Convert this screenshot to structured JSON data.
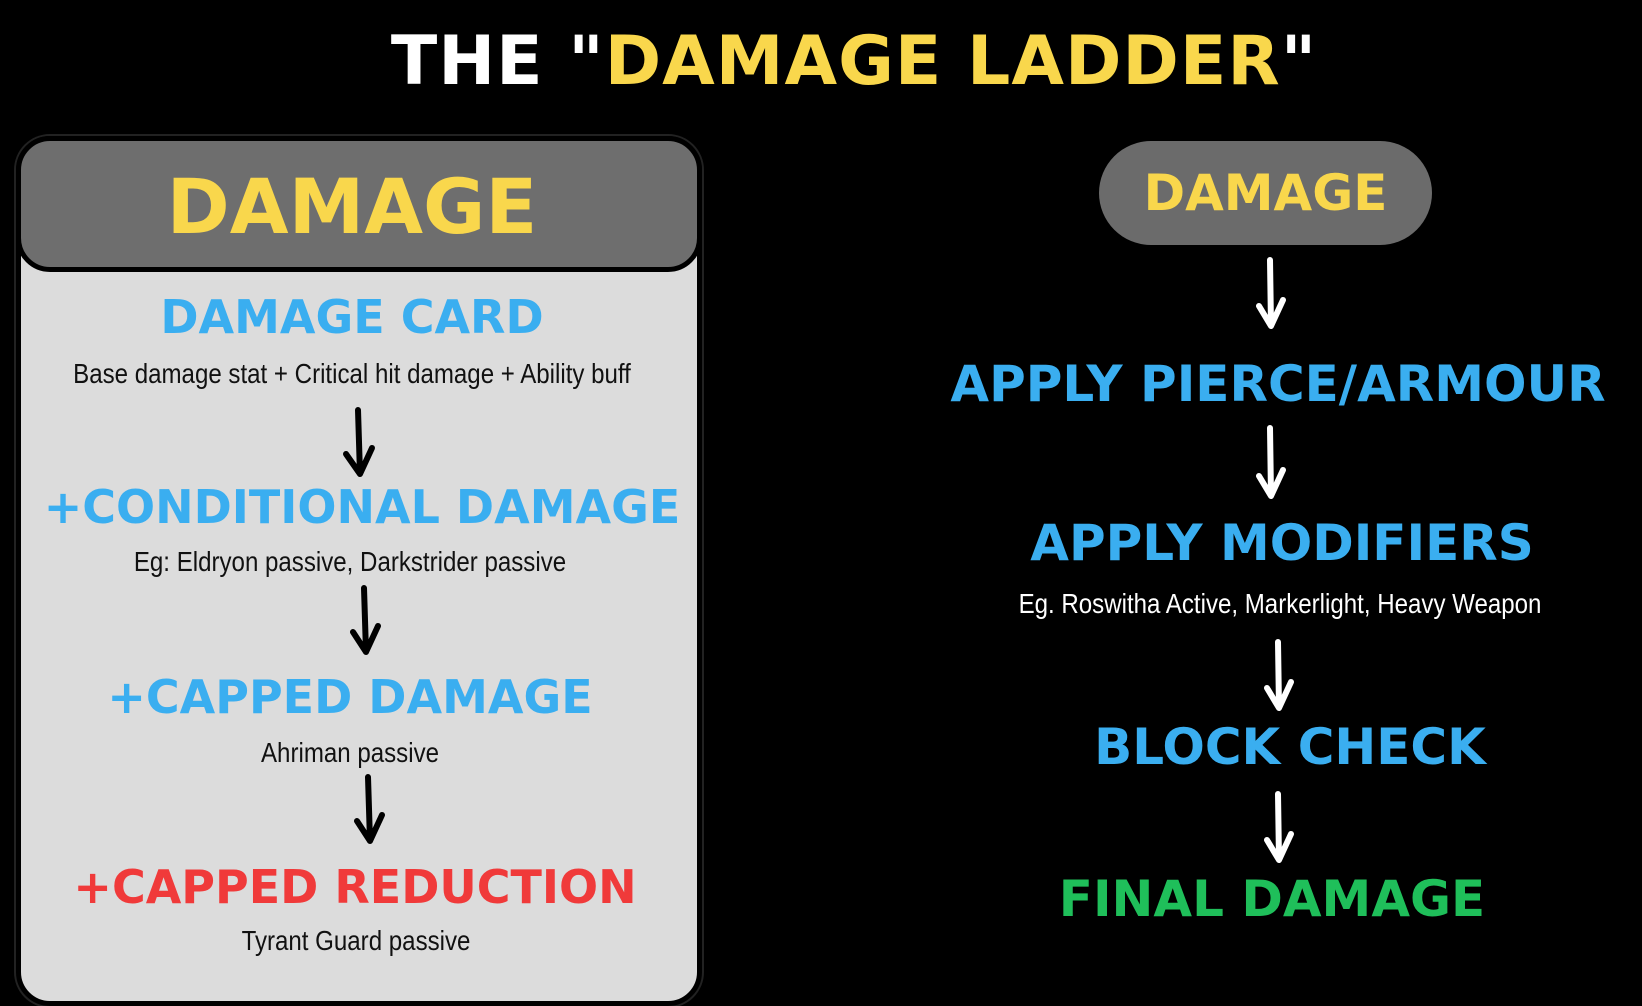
{
  "title": {
    "prefix": "THE \"",
    "highlight": "DAMAGE LADDER",
    "suffix": "\""
  },
  "left_card": {
    "header": "DAMAGE",
    "steps": [
      {
        "label": "DAMAGE CARD",
        "detail": "Base damage stat + Critical hit damage + Ability buff"
      },
      {
        "label": "+CONDITIONAL DAMAGE",
        "detail": "Eg: Eldryon passive, Darkstrider passive"
      },
      {
        "label": "+CAPPED DAMAGE",
        "detail": "Ahriman passive"
      },
      {
        "label": "+CAPPED REDUCTION",
        "detail": "Tyrant Guard passive"
      }
    ]
  },
  "right_flow": {
    "start": "DAMAGE",
    "steps": [
      {
        "label": "APPLY PIERCE/ARMOUR"
      },
      {
        "label": "APPLY MODIFIERS",
        "detail": "Eg. Roswitha Active, Markerlight, Heavy Weapon"
      },
      {
        "label": "BLOCK CHECK"
      },
      {
        "label": "FINAL DAMAGE"
      }
    ]
  },
  "colors": {
    "yellow": "#f9d74c",
    "blue": "#3aaef0",
    "red": "#f03a3a",
    "green": "#1fbf5a",
    "card_bg": "#dcdcdc",
    "header_bg": "#6e6e6e"
  }
}
